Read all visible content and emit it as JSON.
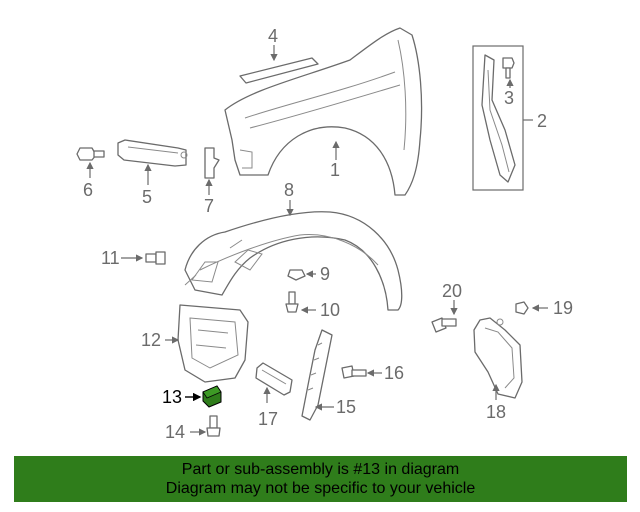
{
  "diagram": {
    "highlight_color": "#2f7d1b",
    "callouts": [
      {
        "label": "1"
      },
      {
        "label": "2"
      },
      {
        "label": "3"
      },
      {
        "label": "4"
      },
      {
        "label": "5"
      },
      {
        "label": "6"
      },
      {
        "label": "7"
      },
      {
        "label": "8"
      },
      {
        "label": "9"
      },
      {
        "label": "10"
      },
      {
        "label": "11"
      },
      {
        "label": "12"
      },
      {
        "label": "13"
      },
      {
        "label": "14"
      },
      {
        "label": "15"
      },
      {
        "label": "16"
      },
      {
        "label": "17"
      },
      {
        "label": "18"
      },
      {
        "label": "19"
      },
      {
        "label": "20"
      }
    ]
  },
  "banner": {
    "line1": "Part or sub-assembly is #13 in diagram",
    "line2": "Diagram may not be specific to your vehicle",
    "background": "#2f7d1b"
  }
}
